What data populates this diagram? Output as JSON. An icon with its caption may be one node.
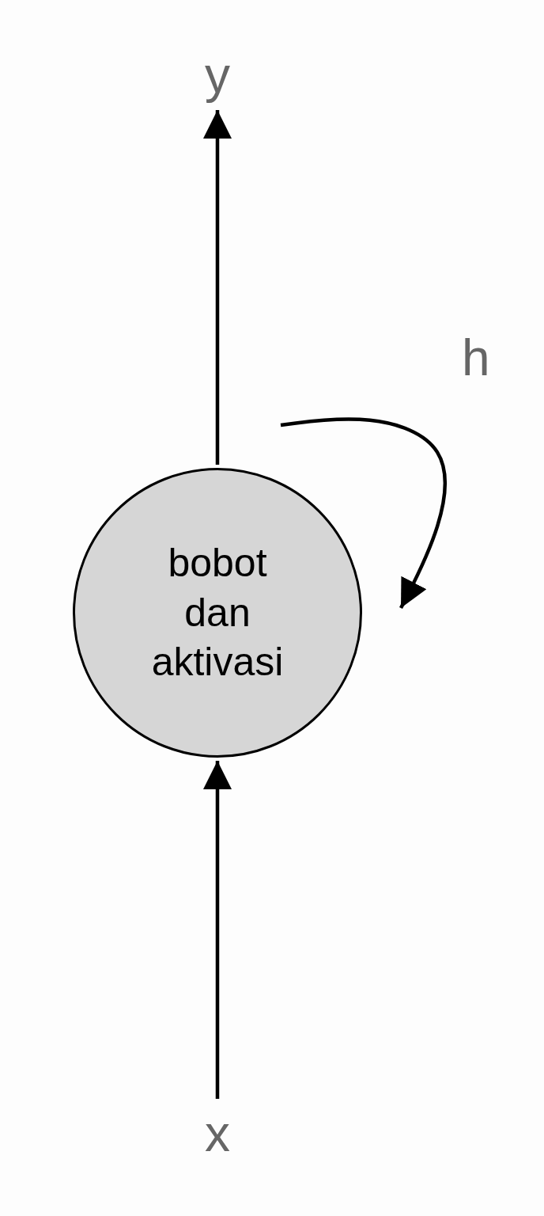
{
  "diagram": {
    "nodes": [
      {
        "text": [
          "y"
        ]
      },
      {
        "text": [
          "bobot dan aktivasi"
        ]
      },
      {
        "text": [
          "x"
        ]
      }
    ],
    "edges": [
      {
        "from": 2,
        "to": 1,
        "arrow": "to"
      },
      {
        "from": 1,
        "to": 0,
        "arrow": "to"
      },
      {
        "from": 1,
        "to": 1,
        "arrow": "to",
        "label": "h"
      }
    ]
  }
}
